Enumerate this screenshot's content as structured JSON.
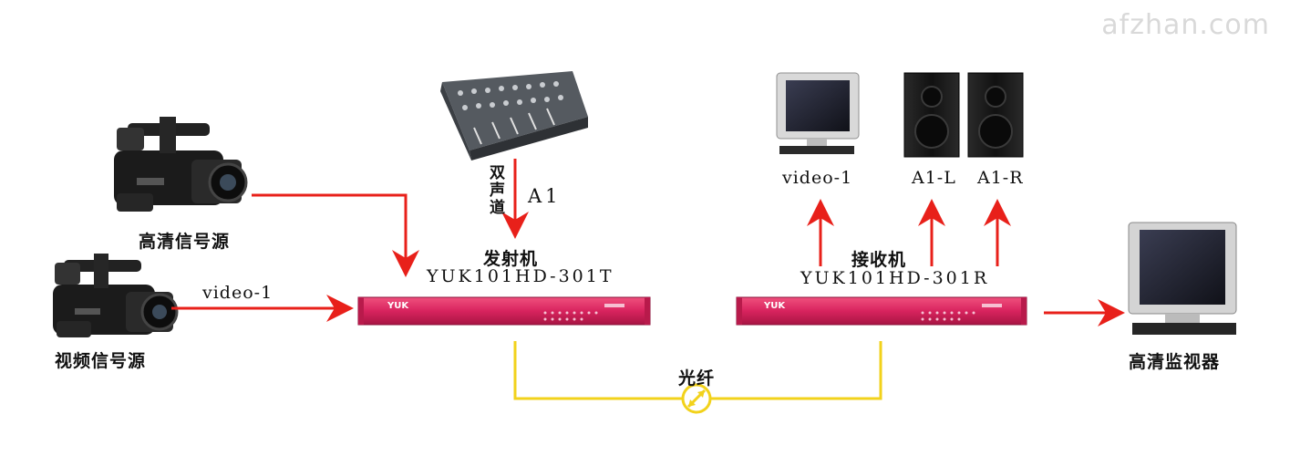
{
  "watermark": "afzhan.com",
  "sources": {
    "hd_source_label": "高清信号源",
    "video_source_label": "视频信号源",
    "video_signal_label": "video-1"
  },
  "mixer": {
    "channel_label": "双声道",
    "audio_label": "A1"
  },
  "transmitter": {
    "name": "发射机",
    "model": "YUK101HD-301T",
    "brand": "YUK"
  },
  "receiver": {
    "name": "接收机",
    "model": "YUK101HD-301R",
    "brand": "YUK",
    "video_out_label": "video-1",
    "audio_left_label": "A1-L",
    "audio_right_label": "A1-R"
  },
  "fiber": {
    "label": "光纤"
  },
  "hd_monitor_label": "高清监视器",
  "colors": {
    "arrow": "#e8201a",
    "fiber": "#f2d21b",
    "device": "#d8235e"
  }
}
